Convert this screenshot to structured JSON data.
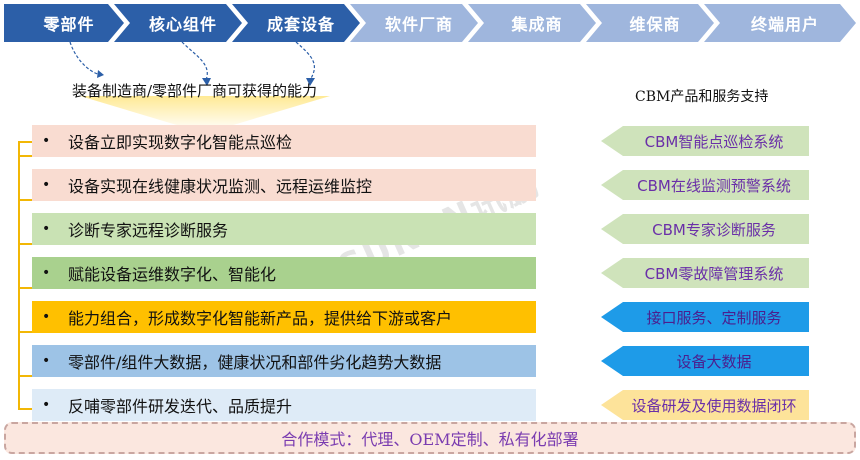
{
  "value_chain": [
    {
      "label": "零部件",
      "style": "dark"
    },
    {
      "label": "核心组件",
      "style": "dark"
    },
    {
      "label": "成套设备",
      "style": "dark"
    },
    {
      "label": "软件厂商",
      "style": "light"
    },
    {
      "label": "集成商",
      "style": "light"
    },
    {
      "label": "维保商",
      "style": "light"
    },
    {
      "label": "终端用户",
      "style": "light"
    }
  ],
  "capability_title": "装备制造商/零部件厂商可获得的能力",
  "cbm_title": "CBM产品和服务支持",
  "capabilities": [
    {
      "text": "设备立即实现数字化智能点巡检",
      "color": "#f9dcd1"
    },
    {
      "text": "设备实现在线健康状况监测、远程运维监控",
      "color": "#f9dcd1"
    },
    {
      "text": "诊断专家远程诊断服务",
      "color": "#c9e2b4"
    },
    {
      "text": "赋能设备运维数字化、智能化",
      "color": "#a9d18e"
    },
    {
      "text": "能力组合，形成数字化智能新产品，提供给下游或客户",
      "color": "#ffc000"
    },
    {
      "text": "零部件/组件大数据，健康状况和部件劣化趋势大数据",
      "color": "#9dc3e6"
    },
    {
      "text": "反哺零部件研发迭代、品质提升",
      "color": "#deebf7"
    }
  ],
  "cbm_services": [
    {
      "label": "CBM智能点巡检系统",
      "style": "green"
    },
    {
      "label": "CBM在线监测预警系统",
      "style": "green"
    },
    {
      "label": "CBM专家诊断服务",
      "style": "green"
    },
    {
      "label": "CBM零故障管理系统",
      "style": "green"
    },
    {
      "label": "接口服务、定制服务",
      "style": "blue"
    },
    {
      "label": "设备大数据",
      "style": "blue"
    },
    {
      "label": "设备研发及使用数据闭环",
      "style": "yellow"
    }
  ],
  "footer_text": "合作模式：代理、OEM定制、私有化部署",
  "watermark": "SUNPN讯鹏"
}
